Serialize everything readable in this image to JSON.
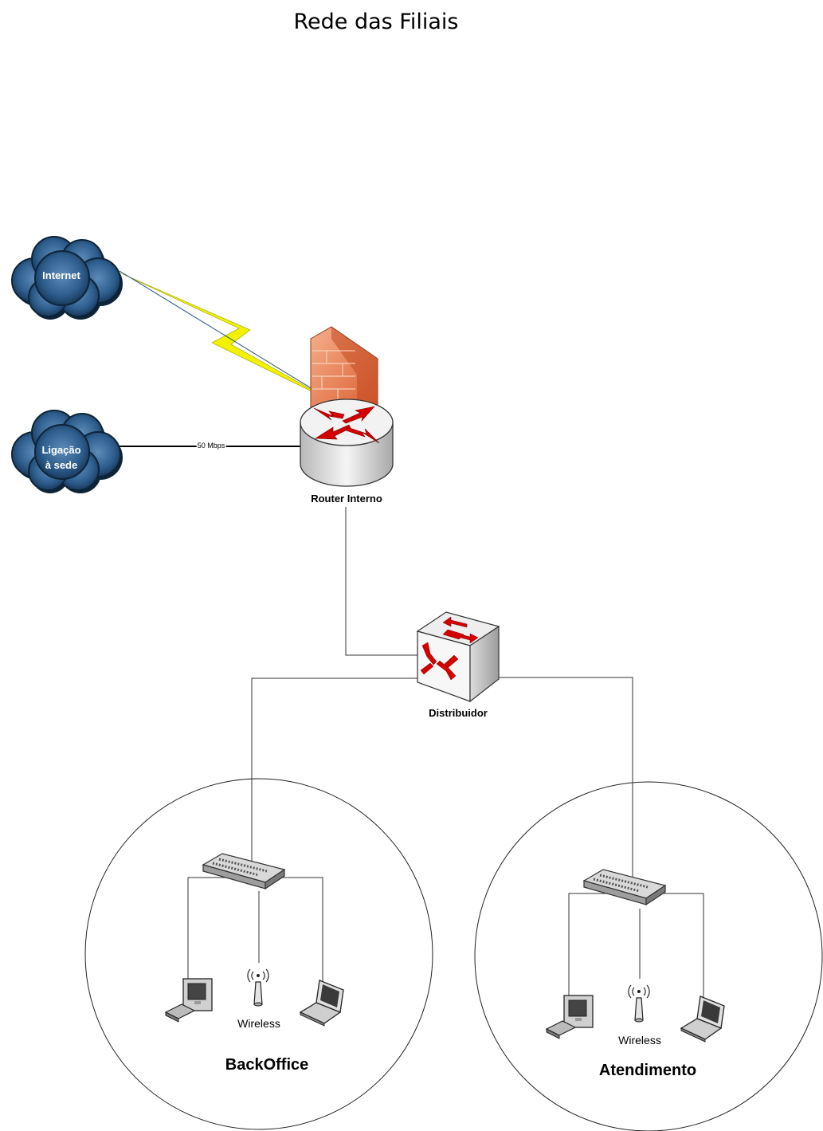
{
  "diagram": {
    "title": "Rede das Filiais",
    "nodes": {
      "internet": {
        "label": "Internet",
        "icon": "cloud-icon"
      },
      "sede": {
        "label_line1": "Ligação",
        "label_line2": "à sede",
        "icon": "cloud-icon"
      },
      "router": {
        "label": "Router Interno",
        "icon": "router-firewall-icon"
      },
      "distribuidor": {
        "label": "Distribuidor",
        "icon": "layer3-switch-icon"
      }
    },
    "links": {
      "sede_speed": "50 Mbps"
    },
    "zones": [
      {
        "name": "BackOffice",
        "wireless_label": "Wireless"
      },
      {
        "name": "Atendimento",
        "wireless_label": "Wireless"
      }
    ],
    "colors": {
      "cloud": "#1f4e79",
      "firewall": "#e8734a",
      "arrow": "#d40000",
      "lightning": "#f0f000"
    }
  }
}
